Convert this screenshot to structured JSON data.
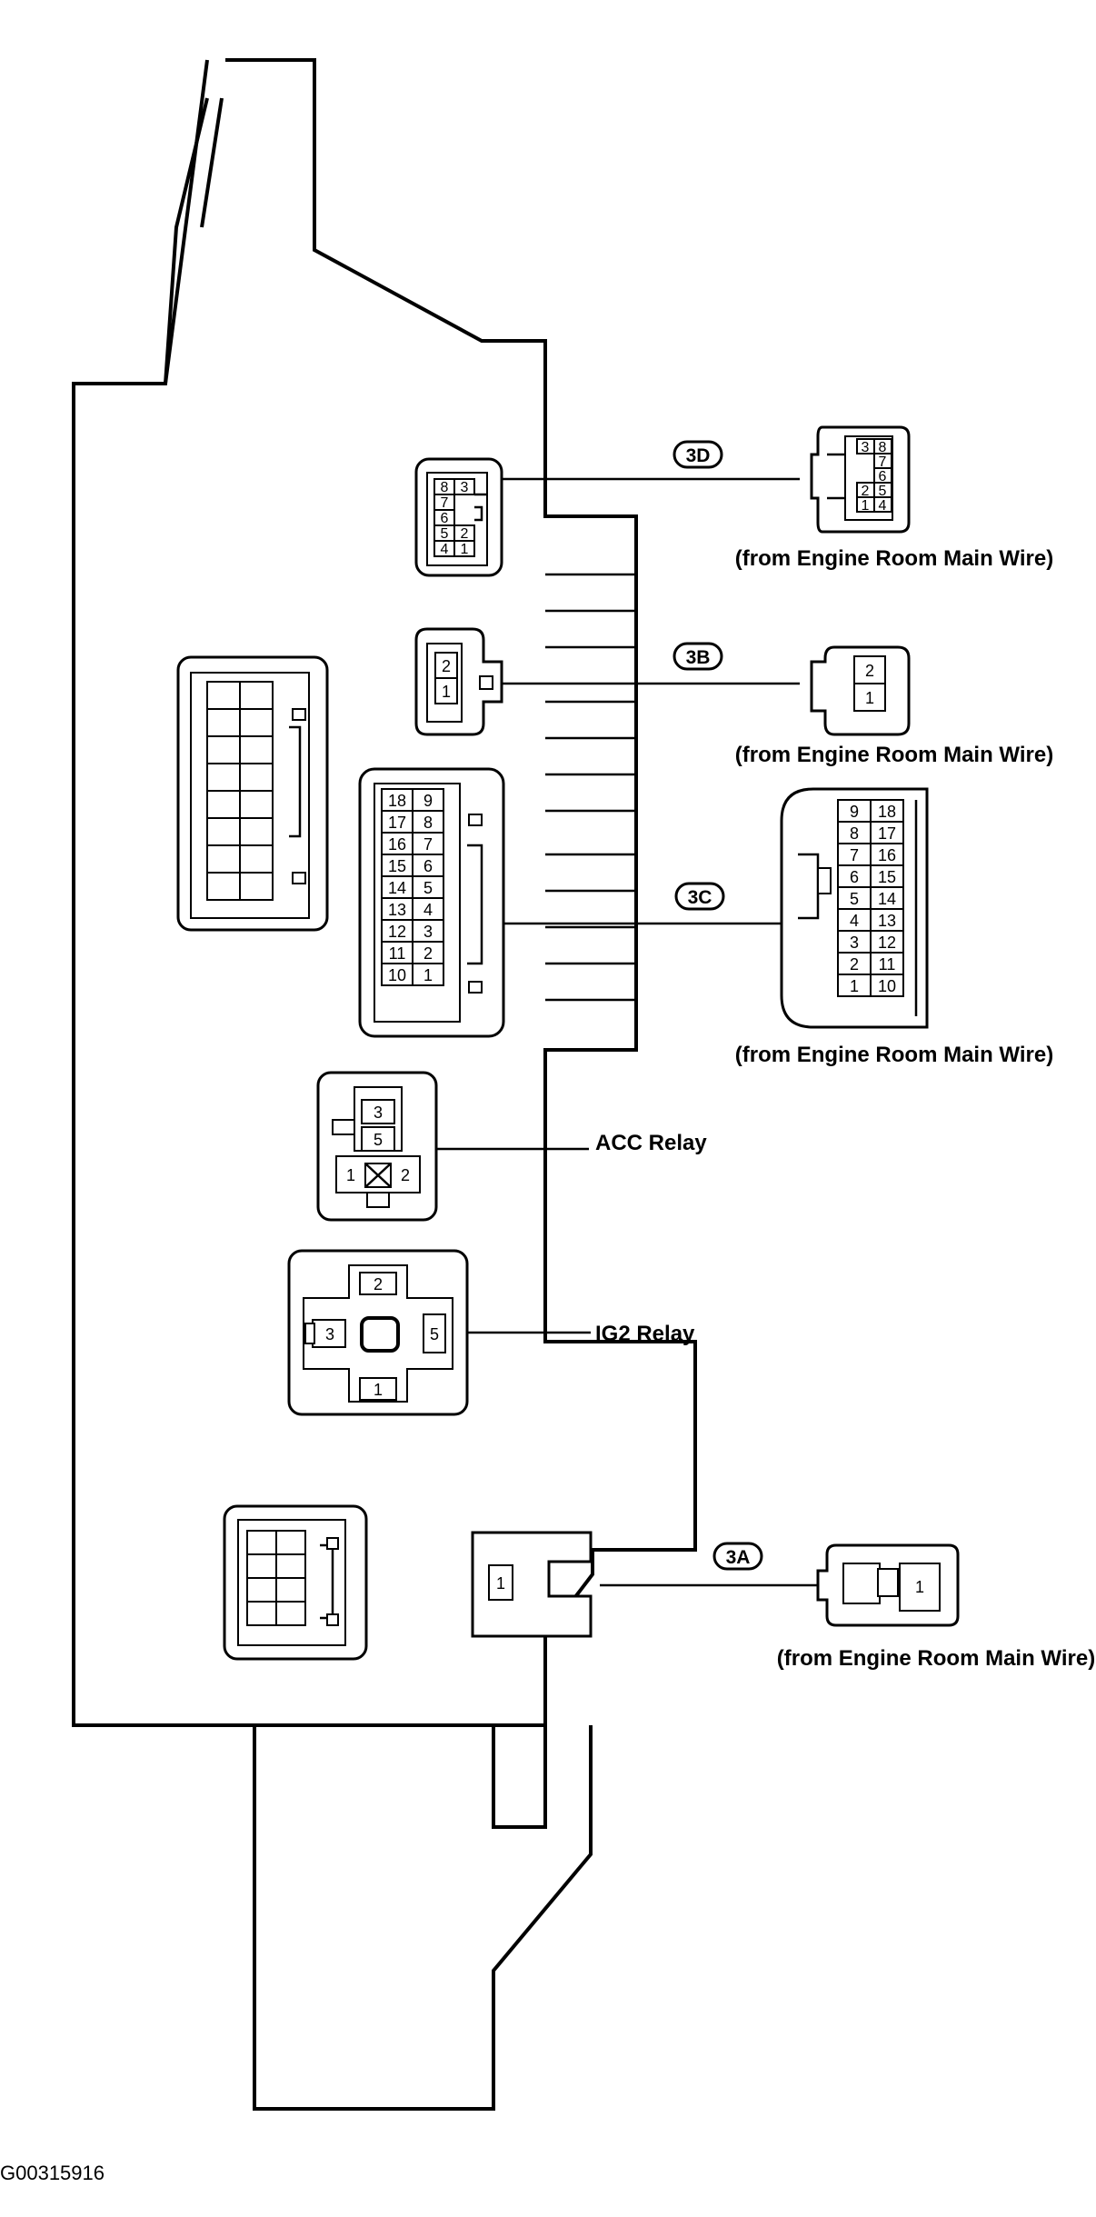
{
  "connectors": {
    "3D": {
      "badge": "3D",
      "from": "(from Engine Room Main Wire)",
      "rows": [
        [
          "8",
          "3"
        ],
        [
          "7",
          ""
        ],
        [
          "6",
          ""
        ],
        [
          "5",
          "2"
        ],
        [
          "4",
          "1"
        ]
      ]
    },
    "3B": {
      "badge": "3B",
      "from": "(from Engine Room Main Wire)",
      "pins": [
        "2",
        "1"
      ]
    },
    "3C": {
      "badge": "3C",
      "from": "(from Engine Room Main Wire)",
      "rows": [
        [
          "18",
          "9"
        ],
        [
          "17",
          "8"
        ],
        [
          "16",
          "7"
        ],
        [
          "15",
          "6"
        ],
        [
          "14",
          "5"
        ],
        [
          "13",
          "4"
        ],
        [
          "12",
          "3"
        ],
        [
          "11",
          "2"
        ],
        [
          "10",
          "1"
        ]
      ]
    },
    "3A": {
      "badge": "3A",
      "from": "(from Engine Room Main Wire)",
      "pins": [
        "1"
      ]
    }
  },
  "relays": {
    "acc": {
      "label": "ACC Relay",
      "pins": [
        "3",
        "5",
        "1",
        "2"
      ]
    },
    "ig2": {
      "label": "IG2 Relay",
      "pins": [
        "2",
        "3",
        "5",
        "1"
      ]
    }
  },
  "figure_code": "G00315916"
}
